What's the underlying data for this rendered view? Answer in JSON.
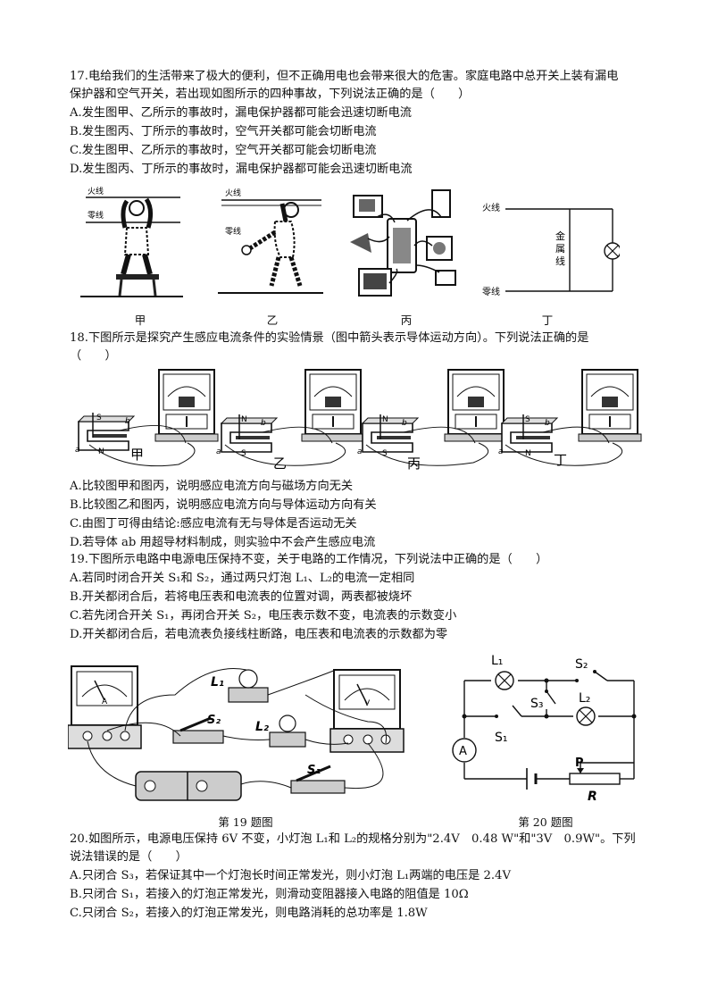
{
  "q17": {
    "stem1": "17.电给我们的生活带来了极大的便利，但不正确用电也会带来很大的危害。家庭电路中总开关上装有漏电",
    "stem2": "保护器和空气开关，若出现如图所示的四种事故，下列说法正确的是（　　）",
    "options": [
      "A.发生图甲、乙所示的事故时，漏电保护器都可能会迅速切断电流",
      "B.发生图丙、丁所示的事故时，空气开关都可能会切断电流",
      "C.发生图甲、乙所示的事故时，空气开关都可能会切断电流",
      "D.发生图丙、丁所示的事故时，漏电保护器都可能会迅速切断电流"
    ],
    "fig_labels": [
      "甲",
      "乙",
      "丙",
      "丁"
    ],
    "wire_live": "火线",
    "wire_neutral": "零线",
    "metal_wire": [
      "金",
      "属",
      "线"
    ]
  },
  "q18": {
    "stem1": "18.下图所示是探究产生感应电流条件的实验情景（图中箭头表示导体运动方向）。下列说法正确的是",
    "stem2": "（　　）",
    "fig_labels": [
      "甲",
      "乙",
      "丙",
      "丁"
    ],
    "pole_labels": [
      [
        "S",
        "N"
      ],
      [
        "N",
        "S"
      ],
      [
        "N",
        "S"
      ],
      [
        "S",
        "N"
      ]
    ],
    "conductor_ends": [
      "a",
      "b"
    ],
    "options": [
      "A.比较图甲和图丙，说明感应电流方向与磁场方向无关",
      "B.比较图乙和图丙，说明感应电流方向与导体运动方向有关",
      "C.由图丁可得由结论:感应电流有无与导体是否运动无关",
      "D.若导体 ab 用超导材料制成，则实验中不会产生感应电流"
    ]
  },
  "q19": {
    "stem": "19.下图所示电路中电源电压保持不变，关于电路的工作情况，下列说法中正确的是（　　）",
    "options": [
      "A.若同时闭合开关 S₁和 S₂，通过两只灯泡 L₁、L₂的电流一定相同",
      "B.开关都闭合后，若将电压表和电流表的位置对调，两表都被烧坏",
      "C.若先闭合开关 S₁，再闭合开关 S₂，电压表示数不变，电流表的示数变小",
      "D.开关都闭合后，若电流表负接线柱断路，电压表和电流表的示数都为零"
    ],
    "fig_caption": "第 19 题图",
    "labels": {
      "L1": "L₁",
      "L2": "L₂",
      "S1": "S₁",
      "S2": "S₂",
      "A": "A",
      "V": "V"
    }
  },
  "q20": {
    "fig_caption": "第 20 题图",
    "labels": {
      "L1": "L₁",
      "L2": "L₂",
      "S1": "S₁",
      "S2": "S₂",
      "S3": "S₃",
      "A": "A",
      "P": "P",
      "R": "R"
    },
    "stem1": "20.如图所示，电源电压保持 6V 不变，小灯泡 L₁和 L₂的规格分别为\"2.4V　0.48 W\"和\"3V　0.9W\"。下列",
    "stem2": "说法错误的是（　　）",
    "options": [
      "A.只闭合 S₃，若保证其中一个灯泡长时间正常发光，则小灯泡 L₁两端的电压是 2.4V",
      "B.只闭合 S₁，若接入的灯泡正常发光，则滑动变阻器接入电路的阻值是 10Ω",
      "C.只闭合 S₂，若接入的灯泡正常发光，则电路消耗的总功率是 1.8W"
    ]
  }
}
